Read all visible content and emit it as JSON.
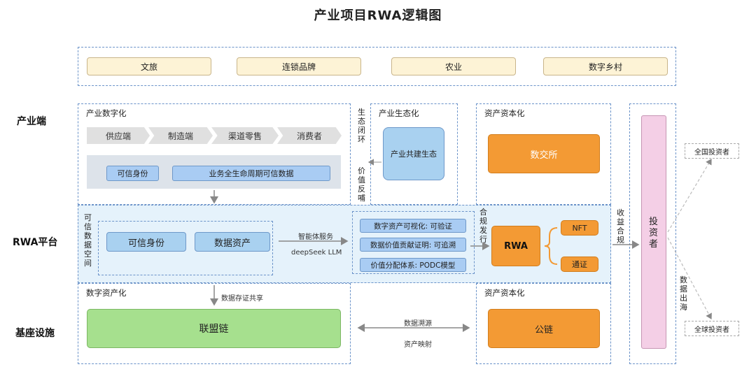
{
  "title": "产业项目RWA逻辑图",
  "categories": [
    "文旅",
    "连锁品牌",
    "农业",
    "数字乡村"
  ],
  "row_labels": {
    "industry": "产业端",
    "rwa": "RWA平台",
    "infra": "基座设施"
  },
  "industry_digital": {
    "label": "产业数字化",
    "chain": [
      "供应端",
      "制造端",
      "渠道零售",
      "消费者"
    ],
    "trusted_id": "可信身份",
    "lifecycle": "业务全生命周期可信数据"
  },
  "eco_loop": "生态闭环",
  "value_feedback": "价值反哺",
  "industry_eco": {
    "label": "产业生态化",
    "box": "产业共建生态"
  },
  "asset_cap_top": {
    "label": "资产资本化",
    "box": "数交所"
  },
  "investor_column": {
    "label": "投资者"
  },
  "trusted_space": {
    "label": "可信数据空间",
    "trusted_id": "可信身份",
    "data_asset": "数据资产"
  },
  "agent_service": "智能体服务",
  "llm": "deepSeek LLM",
  "features": [
    "数字资产可视化: 可验证",
    "数据价值贡献证明: 可追溯",
    "价值分配体系: PODC模型"
  ],
  "compliance": "合规发行",
  "rwa_box": "RWA",
  "nft": "NFT",
  "token": "通证",
  "income_compliance": "收益合规",
  "data_export": "数据出海",
  "national_investor": "全国投资者",
  "global_investor": "全球投资者",
  "digital_asset": {
    "label": "数字资产化",
    "store": "数据存证共享",
    "chain": "联盟链"
  },
  "data_trace": "数据溯源",
  "asset_map": "资产映射",
  "asset_cap_bottom": {
    "label": "资产资本化",
    "box": "公链"
  }
}
